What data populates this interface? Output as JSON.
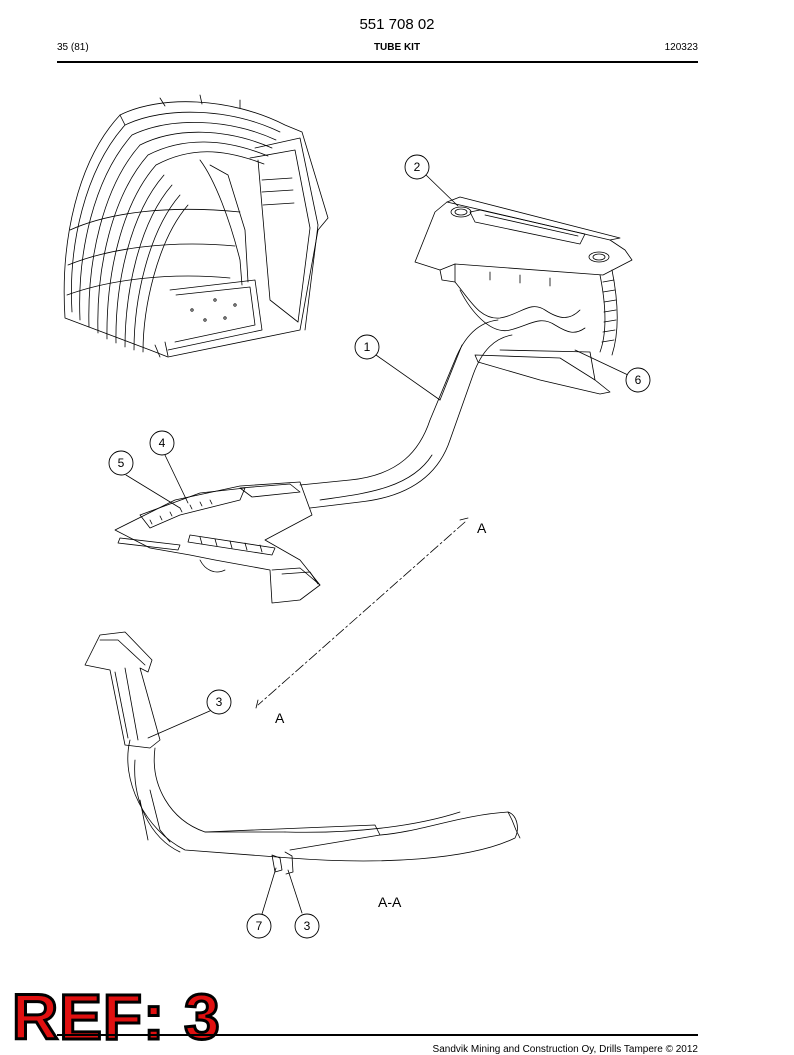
{
  "header": {
    "doc_number": "551 708 02",
    "page_info": "35 (81)",
    "title": "TUBE KIT",
    "date_code": "120323"
  },
  "callouts": [
    "1",
    "2",
    "3",
    "4",
    "5",
    "6",
    "7",
    "3"
  ],
  "view_labels": {
    "section_a_top": "A",
    "section_a_bottom": "A",
    "section_view": "A-A"
  },
  "stamp": {
    "text": "REF: 3",
    "color": "#e01010"
  },
  "footer": {
    "copyright": "Sandvik Mining and Construction Oy, Drills Tampere © 2012"
  }
}
